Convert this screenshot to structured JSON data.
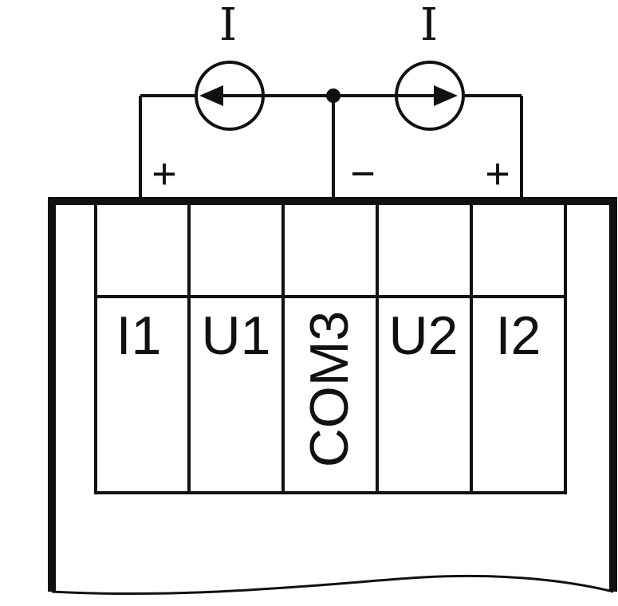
{
  "diagram": {
    "sources": [
      {
        "symbol": "I",
        "arrow": "left"
      },
      {
        "symbol": "I",
        "arrow": "right"
      }
    ],
    "polarity": {
      "left": "+",
      "middle": "−",
      "right": "+"
    },
    "terminals": [
      "I1",
      "U1",
      "COM3",
      "U2",
      "I2"
    ]
  }
}
